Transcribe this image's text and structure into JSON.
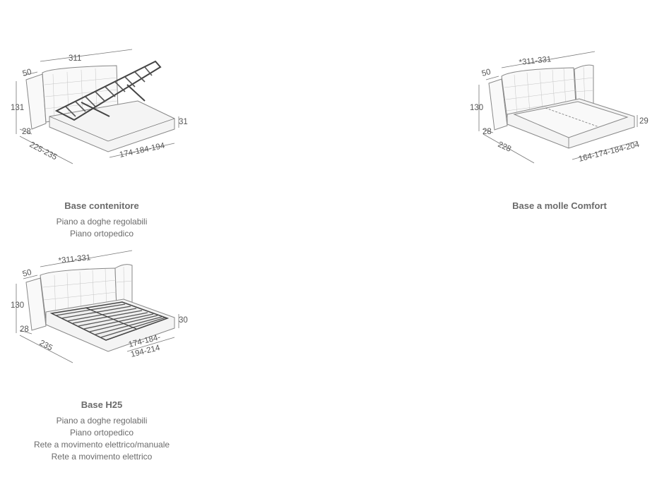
{
  "products": [
    {
      "title": "Base contenitore",
      "options": [
        "Piano a doghe regolabili",
        "Piano ortopedico"
      ],
      "dims": {
        "width": "311",
        "hb_depth": "50",
        "height": "131",
        "base": "28",
        "length": "225-235",
        "base_h": "31",
        "mattress": "174-184-194"
      }
    },
    {
      "title": "Base a molle Comfort",
      "options": [],
      "dims": {
        "width": "*311-331",
        "hb_depth": "50",
        "height": "130",
        "base": "28",
        "length": "228",
        "base_h": "29",
        "mattress": "164-174-184-204"
      }
    },
    {
      "title": "Base H25",
      "options": [
        "Piano a doghe regolabili",
        "Piano ortopedico",
        "Rete a movimento elettrico/manuale",
        "Rete a movimento elettrico"
      ],
      "dims": {
        "width": "*311-331",
        "hb_depth": "50",
        "height": "130",
        "base": "28",
        "length": "235",
        "base_h": "30",
        "mattress_1": "174-184-",
        "mattress_2": "194-214"
      }
    }
  ]
}
